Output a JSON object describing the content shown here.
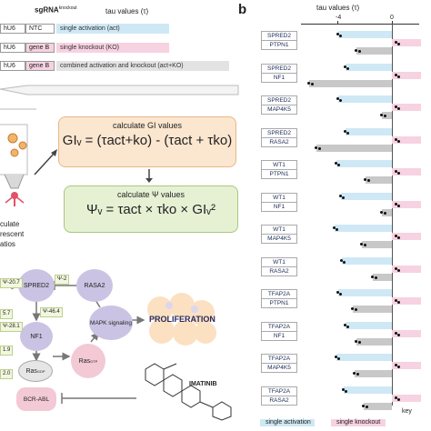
{
  "panel_b_label": "b",
  "constructs": {
    "header": "sgRNA",
    "header_sup": "knockout",
    "col_header": "tau values (τ)",
    "rows": [
      {
        "promoter": "hU6",
        "guide": "NTC",
        "label": "single activation (act)",
        "color": "#cfe8f5"
      },
      {
        "promoter": "hU6",
        "guide": "gene B",
        "label": "single knockout (KO)",
        "color": "#f7d2e1"
      },
      {
        "promoter": "hU6",
        "guide": "gene B",
        "label": "combined activation and knockout (act+KO)",
        "color": "#e3e3e3"
      }
    ]
  },
  "left_text": {
    "line1": "culate",
    "line2": "rescent",
    "line3": "atios"
  },
  "formulas": {
    "gi_title": "calculate GI values",
    "gi_eq": "GIᵥ = (τact+ko) - (τact + τko)",
    "psi_title": "calculate Ψ values",
    "psi_eq": "Ψᵥ = τact × τko × GIᵥ²"
  },
  "pathway": {
    "nodes": {
      "spred2": "SPRED2",
      "rasa2": "RASA2",
      "mapk": "MAPK signaling",
      "nf1": "NF1",
      "ras_gdp": "Ras",
      "ras_gdp_sup": "GDP",
      "ras_gtp": "Ras",
      "ras_gtp_sup": "GTP",
      "bcr_abl": "BCR-ABL",
      "proliferation": "PROLIFERATION",
      "imatinib": "IMATINIB"
    },
    "psi_labels": [
      "Ψ-20.7",
      "Ψ-2",
      "Ψ-46.4",
      "5.7",
      "Ψ-28.1",
      "1.9",
      "2.0"
    ]
  },
  "panel_b": {
    "axis_title": "tau values (τ)",
    "ticks": [
      "-4",
      "0"
    ],
    "key_label": "key",
    "legend": [
      {
        "label": "single activation",
        "color": "#cfe8f5"
      },
      {
        "label": "single knockout",
        "color": "#f7d2e1"
      }
    ],
    "pairs": [
      {
        "activated": "SPRED2",
        "knocked_out": "PTPN1"
      },
      {
        "activated": "SPRED2",
        "knocked_out": "NF1"
      },
      {
        "activated": "SPRED2",
        "knocked_out": "MAP4K5"
      },
      {
        "activated": "SPRED2",
        "knocked_out": "RASA2"
      },
      {
        "activated": "WT1",
        "knocked_out": "PTPN1"
      },
      {
        "activated": "WT1",
        "knocked_out": "NF1"
      },
      {
        "activated": "WT1",
        "knocked_out": "MAP4K5"
      },
      {
        "activated": "WT1",
        "knocked_out": "RASA2"
      },
      {
        "activated": "TFAP2A",
        "knocked_out": "PTPN1"
      },
      {
        "activated": "TFAP2A",
        "knocked_out": "NF1"
      },
      {
        "activated": "TFAP2A",
        "knocked_out": "MAP4K5"
      },
      {
        "activated": "TFAP2A",
        "knocked_out": "RASA2"
      }
    ]
  },
  "colors": {
    "activation": "#cfe8f5",
    "knockout": "#f7d2e1",
    "combined": "#c8c8c8",
    "gi_box": "#fbe6cf",
    "psi_box": "#e6f1d4",
    "node_purple": "#cbc3e3",
    "node_pink": "#f3c9d6"
  }
}
